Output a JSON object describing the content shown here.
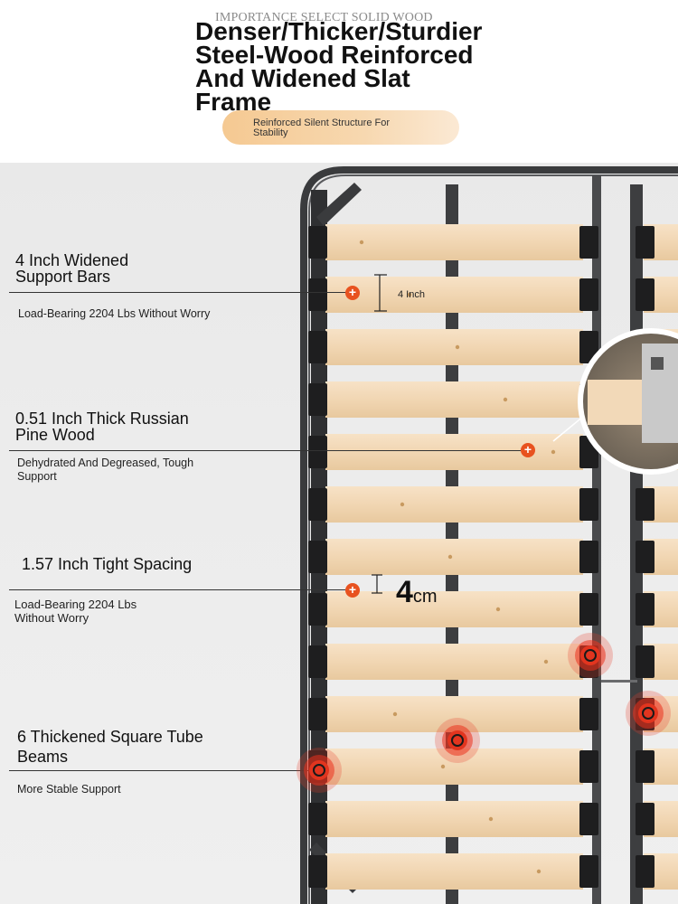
{
  "header": {
    "bg_text": "IMPORTANCE SELECT SOLID WOOD",
    "title_lines": [
      "Denser/Thicker/Sturdier",
      "Steel-Wood Reinforced",
      "And Widened Slat",
      "Frame"
    ],
    "pill_text": "Reinforced Silent Structure For Stability"
  },
  "features": [
    {
      "title_lines": [
        "4 Inch Widened",
        "Support Bars"
      ],
      "desc": "Load-Bearing 2204 Lbs Without Worry"
    },
    {
      "title_lines": [
        "0.51 Inch Thick Russian",
        "Pine Wood"
      ],
      "desc": "Dehydrated And Degreased, Tough Support"
    },
    {
      "title_lines": [
        "1.57 Inch Tight Spacing"
      ],
      "desc": "Load-Bearing 2204 Lbs Without Worry"
    },
    {
      "title_lines": [
        "6 Thickened Square Tube",
        "Beams"
      ],
      "desc": "More Stable Support"
    }
  ],
  "measure": {
    "width_label": "4 Inch",
    "spacing_value": "4",
    "spacing_unit": "cm"
  },
  "colors": {
    "accent": "#e8521f",
    "pill": "#f5c992",
    "frame": "#3a3b3d",
    "slat": "#f2d9b8"
  }
}
